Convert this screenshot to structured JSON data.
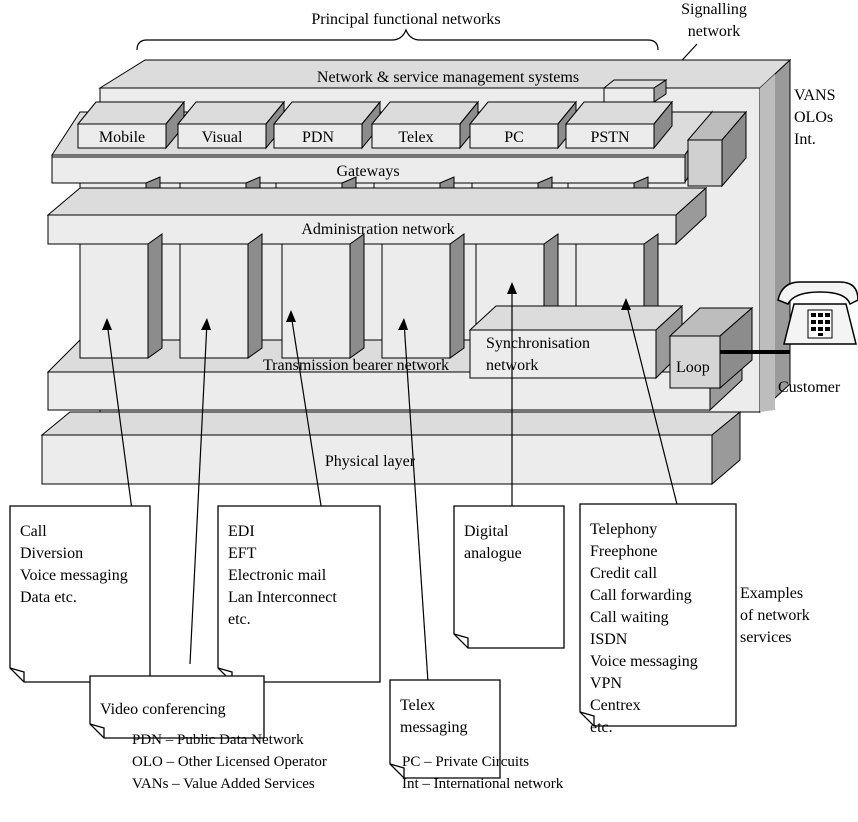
{
  "header": {
    "principal_label": "Principal functional networks",
    "signalling_label": [
      "Signalling",
      "network"
    ],
    "vans_label": [
      "VANS",
      "OLOs",
      "Int."
    ]
  },
  "layers": {
    "management": "Network & service management systems",
    "gateways": "Gateways",
    "administration": "Administration network",
    "synchronisation": [
      "Synchronisation",
      "network"
    ],
    "transmission": "Transmission bearer network",
    "physical": "Physical layer",
    "loop": "Loop"
  },
  "networks": [
    "Mobile",
    "Visual",
    "PDN",
    "Telex",
    "PC",
    "PSTN"
  ],
  "customer_label": "Customer",
  "notes": {
    "call": [
      "Call",
      "Diversion",
      "Voice messaging",
      "Data etc."
    ],
    "edi": [
      "EDI",
      "EFT",
      "Electronic mail",
      "Lan Interconnect",
      "etc."
    ],
    "digital": [
      "Digital",
      "analogue"
    ],
    "telephony": [
      "Telephony",
      "Freephone",
      "Credit call",
      "Call forwarding",
      "Call waiting",
      "ISDN",
      "Voice messaging",
      "VPN",
      "Centrex",
      "etc."
    ],
    "video": [
      "Video conferencing"
    ],
    "telex": [
      "Telex",
      "messaging"
    ]
  },
  "examples_label": [
    "Examples",
    "of network",
    "services"
  ],
  "legend": {
    "left": [
      "PDN – Public Data Network",
      "OLO – Other Licensed Operator",
      "VANs – Value Added Services"
    ],
    "right": [
      "PC – Private Circuits",
      "Int – International network"
    ]
  },
  "colors": {
    "slab_face": "#ececec",
    "slab_top": "#dcdcdc",
    "slab_side": "#9a9a9a",
    "pillar_side": "#8c8c8c",
    "outline": "#000000"
  }
}
